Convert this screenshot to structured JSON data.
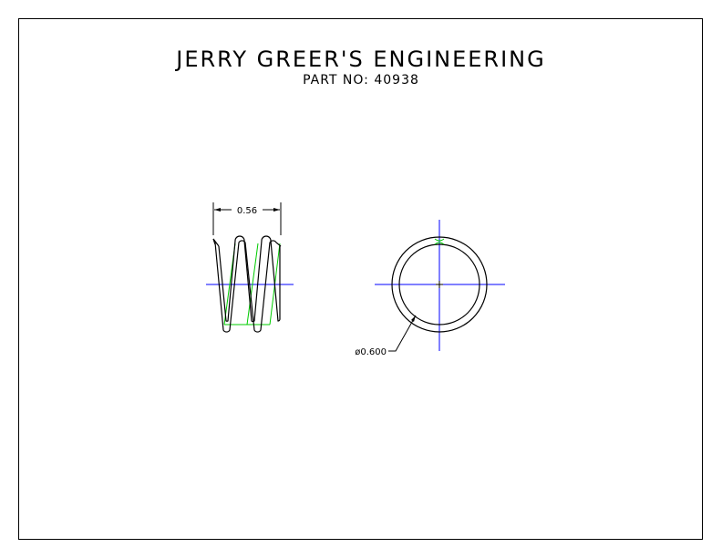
{
  "title_block": {
    "company": "JERRY GREER'S ENGINEERING",
    "part_number": "PART NO: 40938"
  },
  "side_view": {
    "width_dimension": "0.56"
  },
  "end_view": {
    "diameter_dimension": "ø0.600"
  },
  "colors": {
    "outline": "#000000",
    "centerline": "#0000ff",
    "hidden_coil": "#00cc00"
  }
}
